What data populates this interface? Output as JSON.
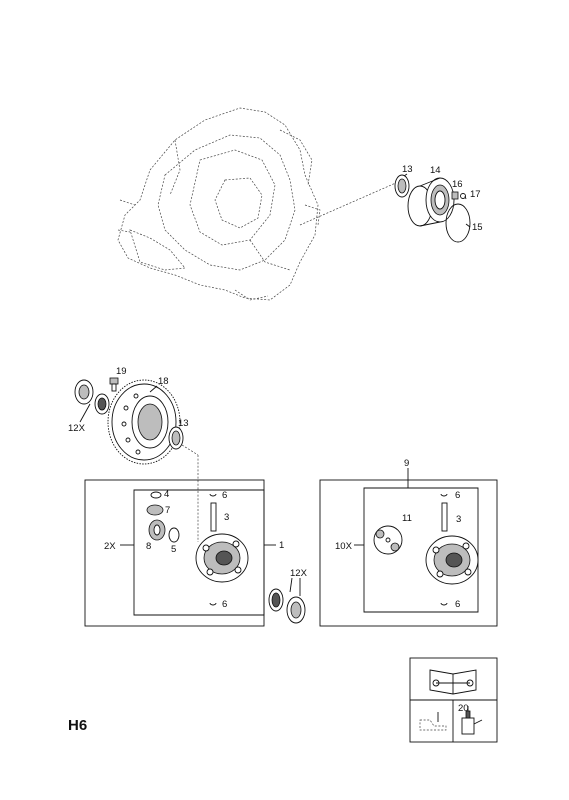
{
  "page_code": "H6",
  "callouts": {
    "top": [
      "13",
      "14",
      "16",
      "17",
      "15"
    ],
    "ring_group": [
      "19",
      "18",
      "12X",
      "13"
    ],
    "left_box": [
      "4",
      "7",
      "2X",
      "8",
      "5",
      "6",
      "3",
      "6",
      "1"
    ],
    "right_box": [
      "9",
      "6",
      "11",
      "3",
      "10X",
      "6"
    ],
    "bearing": "12X"
  },
  "legend": {
    "part_number": "20",
    "icons": [
      "book-wrench-icon",
      "sealant-tube-icon",
      "oil-level-icon"
    ]
  }
}
